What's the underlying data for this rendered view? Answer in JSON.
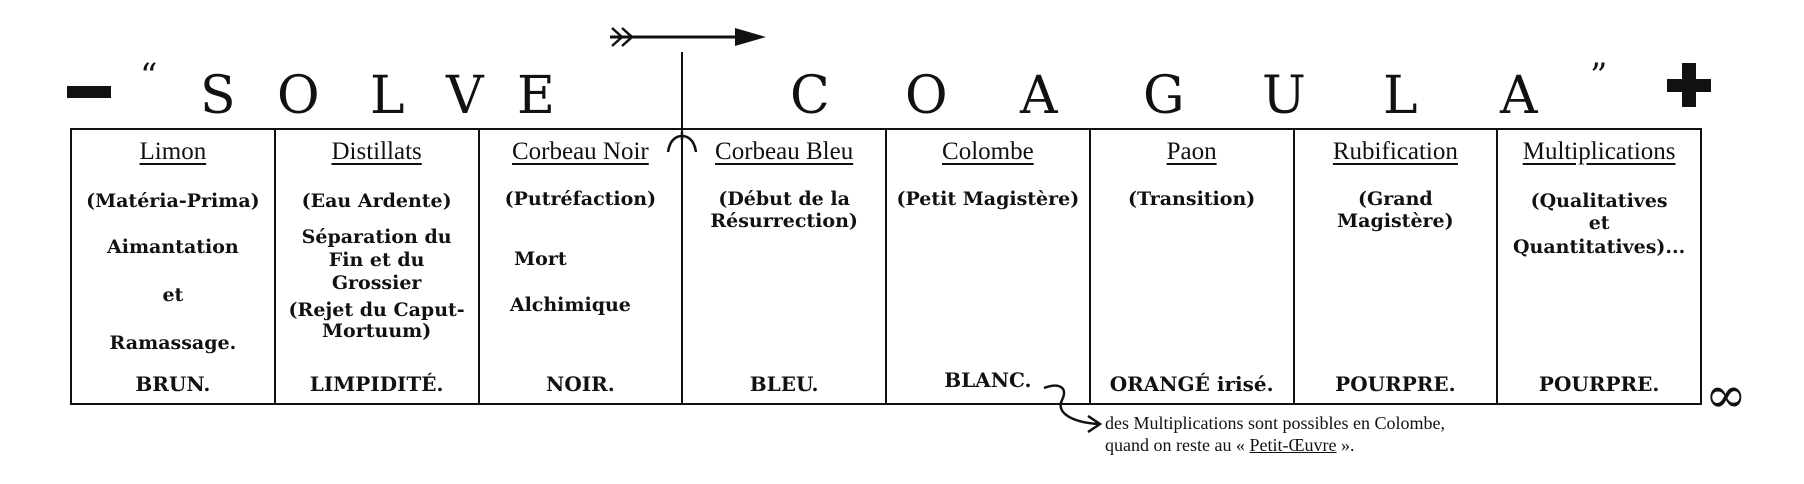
{
  "header": {
    "open_quote": "“",
    "close_quote": "”",
    "solve_letters": [
      "S",
      "O",
      "L",
      "V",
      "E"
    ],
    "coagula_letters": [
      "C",
      "O",
      "A",
      "G",
      "U",
      "L",
      "A"
    ]
  },
  "columns": [
    {
      "title": "Limon",
      "lines": [
        "(Matéria-Prima)",
        "Aimantation",
        "et",
        "Ramassage."
      ],
      "color": "BRUN."
    },
    {
      "title": "Distillats",
      "lines": [
        "(Eau Ardente)",
        "Séparation du",
        "Fin et du",
        "Grossier",
        "(Rejet du Caput-",
        "Mortuum)"
      ],
      "color": "LIMPIDITÉ."
    },
    {
      "title": "Corbeau Noir",
      "lines": [
        "(Putréfaction)",
        "Mort",
        "Alchimique"
      ],
      "color": "NOIR."
    },
    {
      "title": "Corbeau Bleu",
      "lines": [
        "(Début de la",
        "Résurrection)"
      ],
      "color": "BLEU."
    },
    {
      "title": "Colombe",
      "lines": [
        "(Petit Magistère)"
      ],
      "color": "BLANC."
    },
    {
      "title": "Paon",
      "lines": [
        "(Transition)"
      ],
      "color": "ORANGÉ irisé."
    },
    {
      "title": "Rubification",
      "lines": [
        "(Grand",
        "Magistère)"
      ],
      "color": "POURPRE."
    },
    {
      "title": "Multiplications",
      "lines": [
        "(Qualitatives",
        "et",
        "Quantitatives)..."
      ],
      "color": "POURPRE."
    }
  ],
  "infinity": "∞",
  "note": {
    "line1": "des Multiplications sont possibles en Colombe,",
    "line2_pre": "quand on reste au «",
    "line2_link": "Petit-Œuvre",
    "line2_post": "»."
  }
}
